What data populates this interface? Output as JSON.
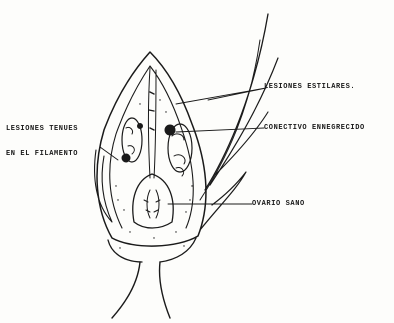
{
  "figure": {
    "labels": {
      "lesiones_estilares": "LESIONES ESTILARES.",
      "conectivo": "CONECTIVO ENNEGRECIDO",
      "lesiones_tenues_line1": "LESIONES TENUES",
      "lesiones_tenues_line2": "EN EL FILAMENTO",
      "ovario": "OVARIO SANO"
    },
    "colors": {
      "ink": "#1a1a1a",
      "paper": "#fdfdfb"
    }
  }
}
